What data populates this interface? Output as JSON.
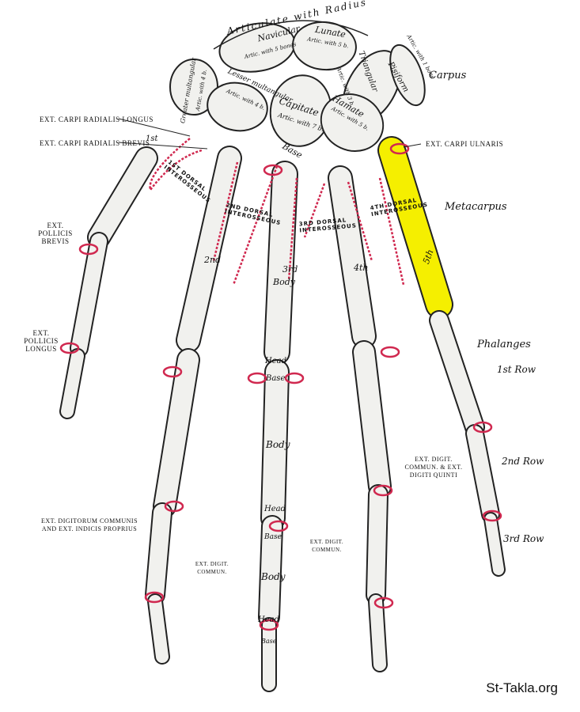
{
  "title_arc": "Articulate with Radius",
  "carpals": {
    "navicular": {
      "name": "Navicular",
      "artic": "Artic. with 5 bones"
    },
    "lunate": {
      "name": "Lunate",
      "artic": "Artic. with 5 b."
    },
    "triangular": {
      "name": "Triangular",
      "artic": "Artic. with 3 b."
    },
    "pisiform": {
      "name": "Pisiform",
      "artic": "Artic. with 1 bone"
    },
    "greater_multangular": {
      "name": "Greater multangular",
      "artic": "Artic. with 4 b."
    },
    "lesser_multangular": {
      "name": "Lesser multangular",
      "artic": "Artic. with 4 b."
    },
    "capitate": {
      "name": "Capitate",
      "artic": "Artic. with 7 b."
    },
    "hamate": {
      "name": "Hamate",
      "artic": "Artic. with 5 b."
    }
  },
  "regions": {
    "carpus": "Carpus",
    "metacarpus": "Metacarpus",
    "phalanges": "Phalanges",
    "row1": "1st Row",
    "row2": "2nd Row",
    "row3": "3rd Row"
  },
  "metacarpals": {
    "first": "1st",
    "second": "2nd",
    "third": "3rd",
    "third_body": "Body",
    "fourth": "4th",
    "fifth": "5th",
    "base": "Base"
  },
  "muscles": {
    "ecrl": "EXT. CARPI RADIALIS LONGUS",
    "ecrb": "EXT. CARPI RADIALIS BREVIS",
    "ecu": "EXT. CARPI ULNARIS",
    "epb": "EXT. POLLICIS BREVIS",
    "epl": "EXT. POLLICIS LONGUS",
    "di1": "1ST DORSAL INTEROSSEOUS",
    "di2": "2ND DORSAL INTEROSSEOUS",
    "di3": "3RD DORSAL INTEROSSEOUS",
    "di4": "4TH DORSAL INTEROSSEOUS",
    "edc_edq": "EXT. DIGIT. COMMUN. & EXT. DIGITI QUINTI",
    "edc_eip": "EXT. DIGITORUM COMMUNIS AND EXT. INDICIS PROPRIUS",
    "edc_a": "EXT. DIGIT. COMMUN.",
    "edc_b": "EXT. DIGIT. COMMUN."
  },
  "phalanx_parts": {
    "head1": "Head",
    "base1": "Base",
    "body": "Body",
    "head2": "Head",
    "base2": "Base",
    "body2": "Body",
    "head3": "Head",
    "base3": "Base"
  },
  "watermark": "St-Takla.org",
  "colors": {
    "bone": "#f1f1ee",
    "outline": "#222222",
    "highlight": "#f5ef00",
    "attachment": "#d0284f"
  }
}
